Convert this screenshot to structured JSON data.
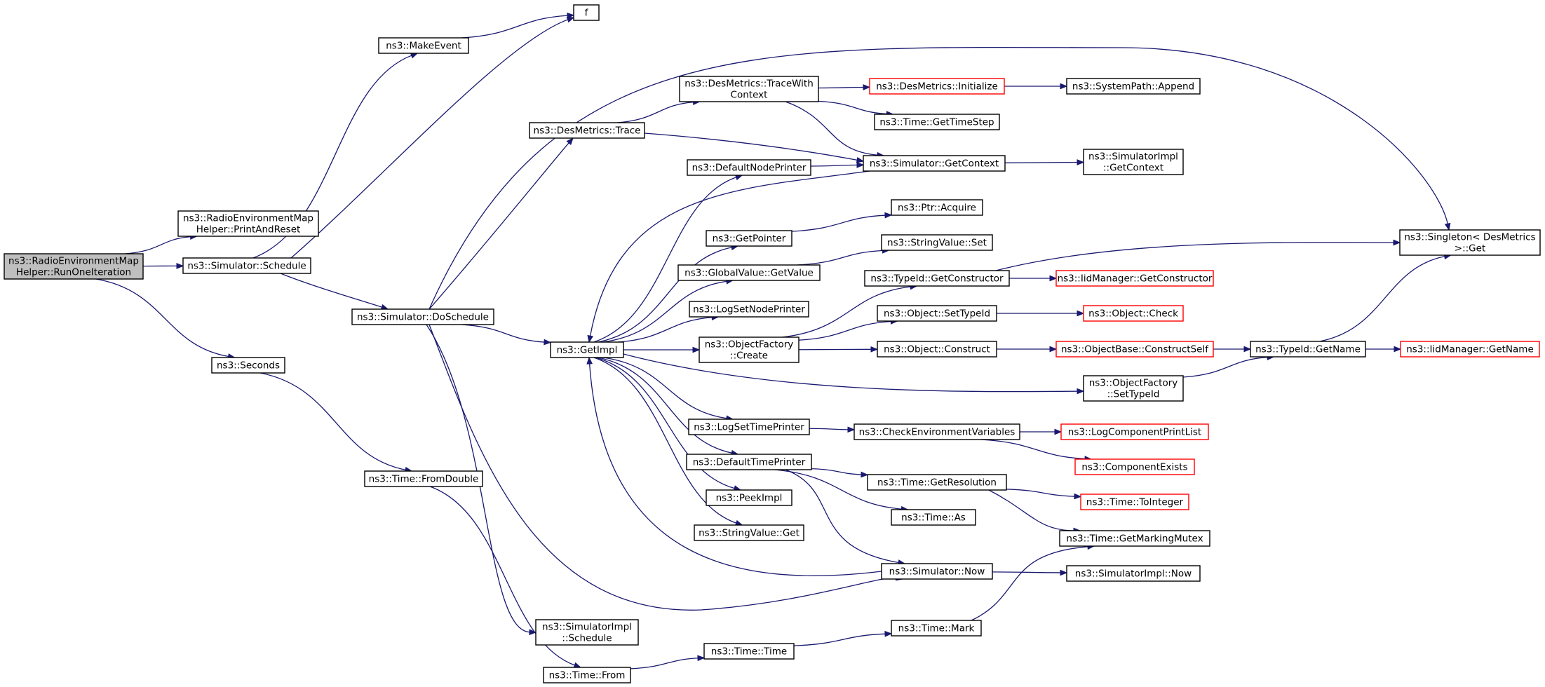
{
  "diagram": {
    "title": "",
    "colors": {
      "root_fill": "#bfbfbf",
      "node_border": "#000000",
      "truncated_border": "#ff0000",
      "edge": "#191970"
    },
    "nodes": [
      {
        "id": "root",
        "lines": [
          "ns3::RadioEnvironmentMap",
          "Helper::RunOneIteration"
        ],
        "kind": "root"
      },
      {
        "id": "printreset",
        "lines": [
          "ns3::RadioEnvironmentMap",
          "Helper::PrintAndReset"
        ],
        "kind": "normal"
      },
      {
        "id": "schedule",
        "lines": [
          "ns3::Simulator::Schedule"
        ],
        "kind": "normal"
      },
      {
        "id": "seconds",
        "lines": [
          "ns3::Seconds"
        ],
        "kind": "normal"
      },
      {
        "id": "makeevent",
        "lines": [
          "ns3::MakeEvent"
        ],
        "kind": "normal"
      },
      {
        "id": "f",
        "lines": [
          "f"
        ],
        "kind": "normal"
      },
      {
        "id": "doschedule",
        "lines": [
          "ns3::Simulator::DoSchedule"
        ],
        "kind": "normal"
      },
      {
        "id": "fromdouble",
        "lines": [
          "ns3::Time::FromDouble"
        ],
        "kind": "normal"
      },
      {
        "id": "desmetrics_trace",
        "lines": [
          "ns3::DesMetrics::Trace"
        ],
        "kind": "normal"
      },
      {
        "id": "getimpl",
        "lines": [
          "ns3::GetImpl"
        ],
        "kind": "normal"
      },
      {
        "id": "simimpl_schedule",
        "lines": [
          "ns3::SimulatorImpl",
          "::Schedule"
        ],
        "kind": "normal"
      },
      {
        "id": "time_from",
        "lines": [
          "ns3::Time::From"
        ],
        "kind": "normal"
      },
      {
        "id": "tracewithcontext",
        "lines": [
          "ns3::DesMetrics::TraceWith",
          "Context"
        ],
        "kind": "normal"
      },
      {
        "id": "defaultnodeprinter",
        "lines": [
          "ns3::DefaultNodePrinter"
        ],
        "kind": "normal"
      },
      {
        "id": "getpointer",
        "lines": [
          "ns3::GetPointer"
        ],
        "kind": "normal"
      },
      {
        "id": "globalvalue_getvalue",
        "lines": [
          "ns3::GlobalValue::GetValue"
        ],
        "kind": "normal"
      },
      {
        "id": "logsetnodeprinter",
        "lines": [
          "ns3::LogSetNodePrinter"
        ],
        "kind": "normal"
      },
      {
        "id": "objectfactory_create",
        "lines": [
          "ns3::ObjectFactory",
          "::Create"
        ],
        "kind": "normal"
      },
      {
        "id": "logsettimeprinter",
        "lines": [
          "ns3::LogSetTimePrinter"
        ],
        "kind": "normal"
      },
      {
        "id": "defaulttimeprinter",
        "lines": [
          "ns3::DefaultTimePrinter"
        ],
        "kind": "normal"
      },
      {
        "id": "peekimpl",
        "lines": [
          "ns3::PeekImpl"
        ],
        "kind": "normal"
      },
      {
        "id": "stringvalue_get",
        "lines": [
          "ns3::StringValue::Get"
        ],
        "kind": "normal"
      },
      {
        "id": "time_time",
        "lines": [
          "ns3::Time::Time"
        ],
        "kind": "normal"
      },
      {
        "id": "desmetrics_initialize",
        "lines": [
          "ns3::DesMetrics::Initialize"
        ],
        "kind": "truncated"
      },
      {
        "id": "time_gettimestep",
        "lines": [
          "ns3::Time::GetTimeStep"
        ],
        "kind": "normal"
      },
      {
        "id": "sim_getcontext",
        "lines": [
          "ns3::Simulator::GetContext"
        ],
        "kind": "normal"
      },
      {
        "id": "ptr_acquire",
        "lines": [
          "ns3::Ptr::Acquire"
        ],
        "kind": "normal"
      },
      {
        "id": "stringvalue_set",
        "lines": [
          "ns3::StringValue::Set"
        ],
        "kind": "normal"
      },
      {
        "id": "typeid_getconstructor",
        "lines": [
          "ns3::TypeId::GetConstructor"
        ],
        "kind": "normal"
      },
      {
        "id": "object_settypeid",
        "lines": [
          "ns3::Object::SetTypeId"
        ],
        "kind": "normal"
      },
      {
        "id": "object_construct",
        "lines": [
          "ns3::Object::Construct"
        ],
        "kind": "normal"
      },
      {
        "id": "checkenvvars",
        "lines": [
          "ns3::CheckEnvironmentVariables"
        ],
        "kind": "normal"
      },
      {
        "id": "time_getresolution",
        "lines": [
          "ns3::Time::GetResolution"
        ],
        "kind": "normal"
      },
      {
        "id": "time_as",
        "lines": [
          "ns3::Time::As"
        ],
        "kind": "normal"
      },
      {
        "id": "sim_now",
        "lines": [
          "ns3::Simulator::Now"
        ],
        "kind": "normal"
      },
      {
        "id": "time_mark",
        "lines": [
          "ns3::Time::Mark"
        ],
        "kind": "normal"
      },
      {
        "id": "systempath_append",
        "lines": [
          "ns3::SystemPath::Append"
        ],
        "kind": "normal"
      },
      {
        "id": "simimpl_getcontext",
        "lines": [
          "ns3::SimulatorImpl",
          "::GetContext"
        ],
        "kind": "normal"
      },
      {
        "id": "iidmanager_getconstructor",
        "lines": [
          "ns3::IidManager::GetConstructor"
        ],
        "kind": "truncated"
      },
      {
        "id": "object_check",
        "lines": [
          "ns3::Object::Check"
        ],
        "kind": "truncated"
      },
      {
        "id": "objectbase_constructself",
        "lines": [
          "ns3::ObjectBase::ConstructSelf"
        ],
        "kind": "truncated"
      },
      {
        "id": "objectfactory_settypeid",
        "lines": [
          "ns3::ObjectFactory",
          "::SetTypeId"
        ],
        "kind": "normal"
      },
      {
        "id": "logcomponentprintlist",
        "lines": [
          "ns3::LogComponentPrintList"
        ],
        "kind": "truncated"
      },
      {
        "id": "componentexists",
        "lines": [
          "ns3::ComponentExists"
        ],
        "kind": "truncated"
      },
      {
        "id": "time_tointeger",
        "lines": [
          "ns3::Time::ToInteger"
        ],
        "kind": "truncated"
      },
      {
        "id": "time_getmarkingmutex",
        "lines": [
          "ns3::Time::GetMarkingMutex"
        ],
        "kind": "normal"
      },
      {
        "id": "simimpl_now",
        "lines": [
          "ns3::SimulatorImpl::Now"
        ],
        "kind": "normal"
      },
      {
        "id": "singleton_get",
        "lines": [
          "ns3::Singleton< DesMetrics",
          ">::Get"
        ],
        "kind": "normal"
      },
      {
        "id": "typeid_getname",
        "lines": [
          "ns3::TypeId::GetName"
        ],
        "kind": "normal"
      },
      {
        "id": "iidmanager_getname",
        "lines": [
          "ns3::IidManager::GetName"
        ],
        "kind": "truncated"
      }
    ],
    "edges": [
      {
        "from": "root",
        "to": "printreset"
      },
      {
        "from": "root",
        "to": "schedule"
      },
      {
        "from": "root",
        "to": "seconds"
      },
      {
        "from": "schedule",
        "to": "makeevent"
      },
      {
        "from": "schedule",
        "to": "f"
      },
      {
        "from": "schedule",
        "to": "doschedule"
      },
      {
        "from": "makeevent",
        "to": "f"
      },
      {
        "from": "seconds",
        "to": "fromdouble"
      },
      {
        "from": "fromdouble",
        "to": "time_from"
      },
      {
        "from": "doschedule",
        "to": "desmetrics_trace"
      },
      {
        "from": "doschedule",
        "to": "singleton_get"
      },
      {
        "from": "doschedule",
        "to": "getimpl"
      },
      {
        "from": "doschedule",
        "to": "sim_now"
      },
      {
        "from": "doschedule",
        "to": "simimpl_schedule"
      },
      {
        "from": "desmetrics_trace",
        "to": "tracewithcontext"
      },
      {
        "from": "desmetrics_trace",
        "to": "sim_getcontext"
      },
      {
        "from": "tracewithcontext",
        "to": "desmetrics_initialize"
      },
      {
        "from": "tracewithcontext",
        "to": "time_gettimestep"
      },
      {
        "from": "tracewithcontext",
        "to": "sim_getcontext"
      },
      {
        "from": "desmetrics_initialize",
        "to": "systempath_append"
      },
      {
        "from": "sim_getcontext",
        "to": "simimpl_getcontext"
      },
      {
        "from": "sim_getcontext",
        "to": "getimpl"
      },
      {
        "from": "sim_now",
        "to": "getimpl"
      },
      {
        "from": "sim_now",
        "to": "simimpl_now"
      },
      {
        "from": "getimpl",
        "to": "defaultnodeprinter"
      },
      {
        "from": "getimpl",
        "to": "getpointer"
      },
      {
        "from": "getimpl",
        "to": "globalvalue_getvalue"
      },
      {
        "from": "getimpl",
        "to": "logsetnodeprinter"
      },
      {
        "from": "getimpl",
        "to": "objectfactory_create"
      },
      {
        "from": "getimpl",
        "to": "objectfactory_settypeid"
      },
      {
        "from": "getimpl",
        "to": "logsettimeprinter"
      },
      {
        "from": "getimpl",
        "to": "defaulttimeprinter"
      },
      {
        "from": "getimpl",
        "to": "peekimpl"
      },
      {
        "from": "getimpl",
        "to": "stringvalue_get"
      },
      {
        "from": "defaultnodeprinter",
        "to": "sim_getcontext"
      },
      {
        "from": "getpointer",
        "to": "ptr_acquire"
      },
      {
        "from": "globalvalue_getvalue",
        "to": "stringvalue_set"
      },
      {
        "from": "objectfactory_create",
        "to": "typeid_getconstructor"
      },
      {
        "from": "objectfactory_create",
        "to": "object_settypeid"
      },
      {
        "from": "objectfactory_create",
        "to": "object_construct"
      },
      {
        "from": "typeid_getconstructor",
        "to": "iidmanager_getconstructor"
      },
      {
        "from": "typeid_getconstructor",
        "to": "singleton_get"
      },
      {
        "from": "object_settypeid",
        "to": "object_check"
      },
      {
        "from": "object_construct",
        "to": "objectbase_constructself"
      },
      {
        "from": "objectbase_constructself",
        "to": "typeid_getname"
      },
      {
        "from": "objectfactory_settypeid",
        "to": "typeid_getname"
      },
      {
        "from": "typeid_getname",
        "to": "iidmanager_getname"
      },
      {
        "from": "typeid_getname",
        "to": "singleton_get"
      },
      {
        "from": "logsettimeprinter",
        "to": "checkenvvars"
      },
      {
        "from": "checkenvvars",
        "to": "logcomponentprintlist"
      },
      {
        "from": "checkenvvars",
        "to": "componentexists"
      },
      {
        "from": "defaulttimeprinter",
        "to": "time_getresolution"
      },
      {
        "from": "defaulttimeprinter",
        "to": "time_as"
      },
      {
        "from": "defaulttimeprinter",
        "to": "sim_now"
      },
      {
        "from": "time_getresolution",
        "to": "time_tointeger"
      },
      {
        "from": "time_getresolution",
        "to": "time_getmarkingmutex"
      },
      {
        "from": "time_from",
        "to": "time_time"
      },
      {
        "from": "time_time",
        "to": "time_mark"
      },
      {
        "from": "time_mark",
        "to": "time_getmarkingmutex"
      }
    ]
  }
}
